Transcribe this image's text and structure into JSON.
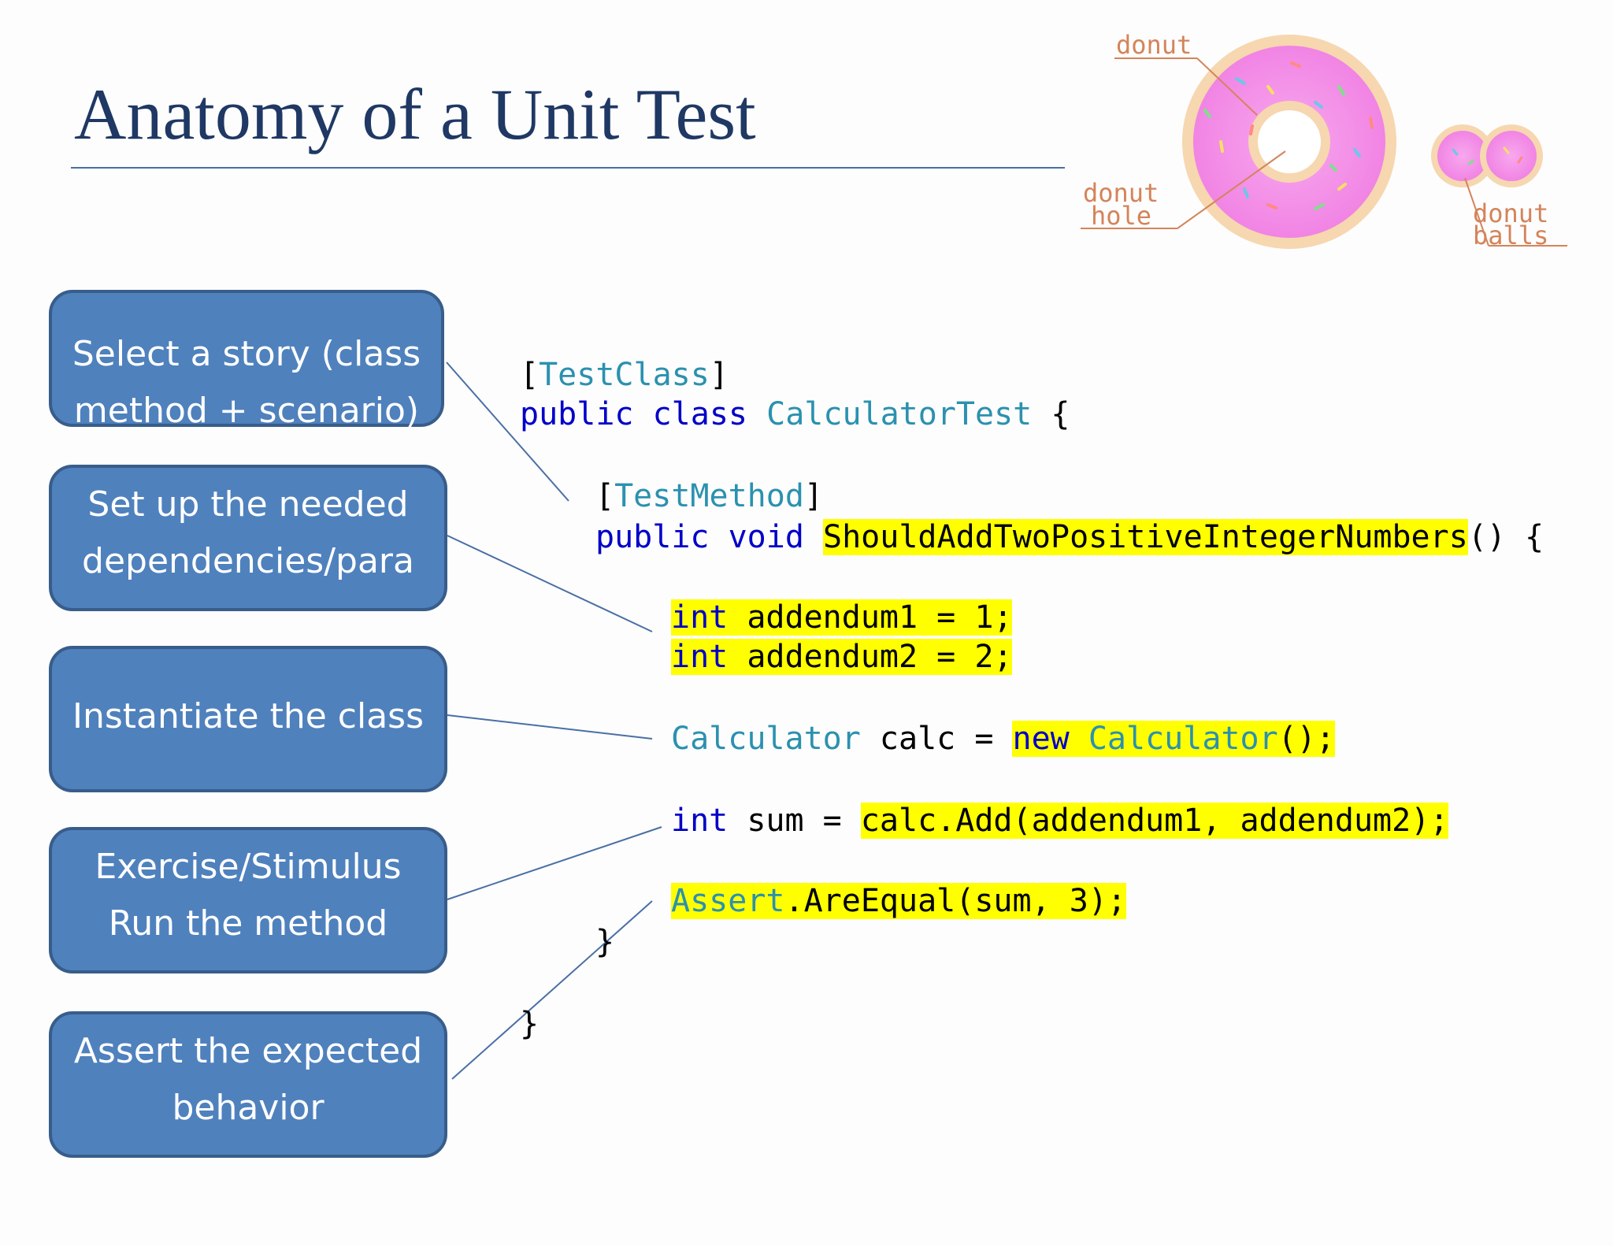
{
  "title": "Anatomy of a Unit Test",
  "colors": {
    "title": "#1f3864",
    "box_fill": "#4f81bd",
    "box_border": "#385d8a",
    "keyword": "#0000c8",
    "type_name": "#2b91af",
    "highlight": "#ffff00",
    "donut_label": "#d4845a"
  },
  "donut_labels": {
    "donut": "donut",
    "hole_line1": "donut",
    "hole_line2": "hole",
    "balls_line1": "donut",
    "balls_line2": "balls"
  },
  "steps": [
    {
      "line1": "Select a story (class",
      "line2": "method + scenario)"
    },
    {
      "line1": "Set up the needed",
      "line2": "dependencies/para"
    },
    {
      "line1": "Instantiate the class",
      "line2": ""
    },
    {
      "line1": "Exercise/Stimulus",
      "line2": "Run the method"
    },
    {
      "line1": "Assert the expected",
      "line2": "behavior"
    }
  ],
  "code": {
    "test_class_attr": "TestClass",
    "public": "public",
    "class": "class",
    "class_name": "CalculatorTest",
    "open_brace": " {",
    "test_method_attr": "TestMethod",
    "void": "void",
    "method_name": "ShouldAddTwoPositiveIntegerNumbers",
    "method_tail": "() {",
    "int": "int",
    "addendum1_decl": " addendum1 = 1;",
    "addendum2_decl": " addendum2 = 2;",
    "calculator_type": "Calculator",
    "calc_decl": " calc = ",
    "new": "new",
    "calculator_ctor": "Calculator",
    "ctor_tail": "();",
    "sum_decl": " sum = ",
    "add_call": "calc.Add(addendum1, addendum2);",
    "assert_type": "Assert",
    "assert_call": ".AreEqual(sum, 3);",
    "close_brace": "}"
  }
}
